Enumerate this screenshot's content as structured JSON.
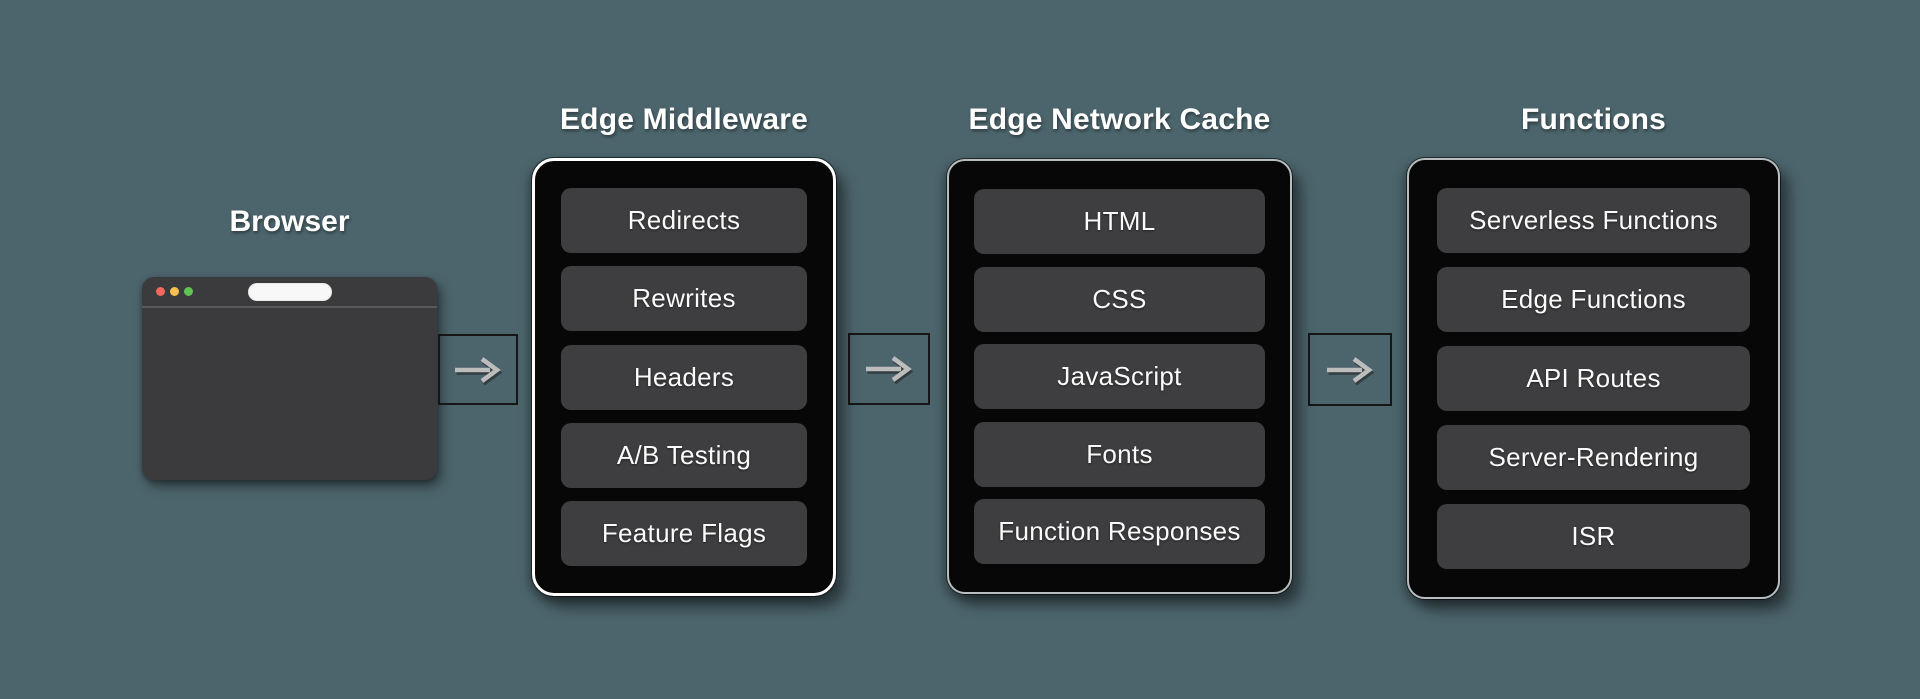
{
  "background_color": "#4c656c",
  "browser": {
    "label": "Browser",
    "traffic_lights": {
      "close": "#ee6a5e",
      "minimize": "#f6bf50",
      "zoom": "#5ec454"
    },
    "address_bar_value": ""
  },
  "flow": {
    "arrow_direction": "right",
    "arrow_color": "#bcbcbc",
    "connector_border_color": "#161616"
  },
  "columns": [
    {
      "title": "Edge Middleware",
      "accent_border": "#ffffff",
      "items": [
        "Redirects",
        "Rewrites",
        "Headers",
        "A/B Testing",
        "Feature Flags"
      ]
    },
    {
      "title": "Edge Network Cache",
      "accent_border": "#b8bdbf",
      "items": [
        "HTML",
        "CSS",
        "JavaScript",
        "Fonts",
        "Function Responses"
      ]
    },
    {
      "title": "Functions",
      "accent_border": "#b8bdbf",
      "items": [
        "Serverless Functions",
        "Edge Functions",
        "API Routes",
        "Server-Rendering",
        "ISR"
      ]
    }
  ],
  "colors": {
    "panel_bg": "#070707",
    "pill_bg": "#3e3e40",
    "pill_text": "#fafafa",
    "title_text": "#ffffff",
    "browser_window_bg": "#3b3b3d"
  }
}
